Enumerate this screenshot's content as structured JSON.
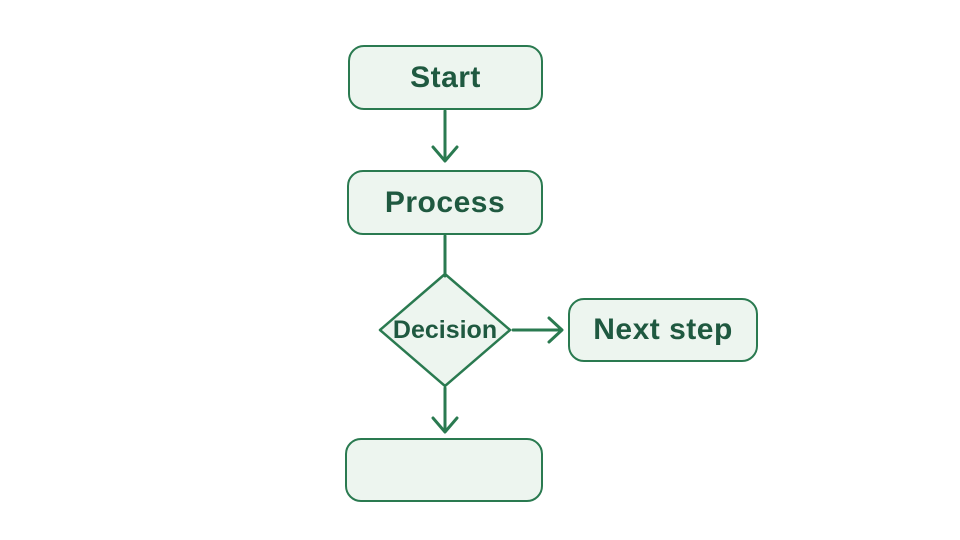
{
  "diagram": {
    "type": "flowchart",
    "colors": {
      "background": "#ffffff",
      "node_fill": "#edf5ef",
      "node_border": "#2a7a50",
      "arrow": "#2a7a50",
      "text": "#1f5940"
    },
    "nodes": [
      {
        "id": "start",
        "shape": "rounded-rect",
        "label": "Start"
      },
      {
        "id": "process",
        "shape": "rounded-rect",
        "label": "Process"
      },
      {
        "id": "decision",
        "shape": "diamond",
        "label": "Decision"
      },
      {
        "id": "next-step",
        "shape": "rounded-rect",
        "label": "Next step"
      },
      {
        "id": "end",
        "shape": "rounded-rect",
        "label": ""
      }
    ],
    "edges": [
      {
        "from": "start",
        "to": "process",
        "arrowhead": true
      },
      {
        "from": "process",
        "to": "decision",
        "arrowhead": false
      },
      {
        "from": "decision",
        "to": "next-step",
        "arrowhead": true
      },
      {
        "from": "decision",
        "to": "end",
        "arrowhead": true
      }
    ]
  }
}
